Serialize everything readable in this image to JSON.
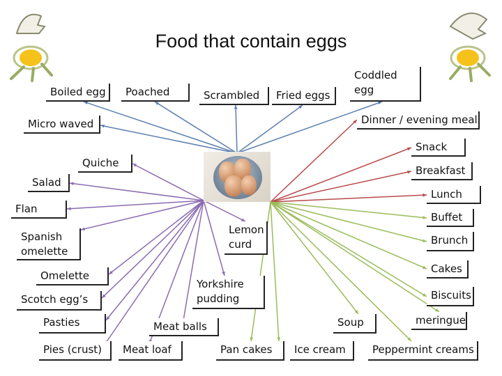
{
  "title": "Food that contain eggs",
  "items": [
    {
      "id": "boiled-egg",
      "label": "Boiled egg"
    },
    {
      "id": "poached",
      "label": "Poached"
    },
    {
      "id": "scrambled",
      "label": "Scrambled"
    },
    {
      "id": "fried-eggs",
      "label": "Fried eggs"
    },
    {
      "id": "coddled-egg",
      "label": "Coddled\negg"
    },
    {
      "id": "micro-waved",
      "label": "Micro waved"
    },
    {
      "id": "dinner",
      "label": "Dinner / evening meal"
    },
    {
      "id": "snack",
      "label": "Snack"
    },
    {
      "id": "quiche",
      "label": "Quiche"
    },
    {
      "id": "breakfast",
      "label": "Breakfast"
    },
    {
      "id": "salad",
      "label": "Salad"
    },
    {
      "id": "lunch",
      "label": "Lunch"
    },
    {
      "id": "flan",
      "label": "Flan"
    },
    {
      "id": "buffet",
      "label": "Buffet"
    },
    {
      "id": "lemon-curd",
      "label": "Lemon\ncurd"
    },
    {
      "id": "spanish-omelette",
      "label": "Spanish\nomelette"
    },
    {
      "id": "brunch",
      "label": "Brunch"
    },
    {
      "id": "omelette",
      "label": "Omelette"
    },
    {
      "id": "cakes",
      "label": "Cakes"
    },
    {
      "id": "yorkshire-pudding",
      "label": "Yorkshire\npudding"
    },
    {
      "id": "scotch-eggs",
      "label": "Scotch egg’s"
    },
    {
      "id": "biscuits",
      "label": "Biscuits"
    },
    {
      "id": "pasties",
      "label": "Pasties"
    },
    {
      "id": "meat-balls",
      "label": "Meat balls"
    },
    {
      "id": "soup",
      "label": "Soup"
    },
    {
      "id": "meringue",
      "label": "meringue"
    },
    {
      "id": "pies-crust",
      "label": "Pies (crust)"
    },
    {
      "id": "meat-loaf",
      "label": "Meat loaf"
    },
    {
      "id": "pan-cakes",
      "label": "Pan cakes"
    },
    {
      "id": "ice-cream",
      "label": "Ice cream"
    },
    {
      "id": "peppermint-creams",
      "label": "Peppermint creams"
    }
  ],
  "colors": {
    "cooking": "#5b7fb0",
    "meals": "#b84a4a",
    "savoury": "#8a6bb0",
    "sweet": "#9bbb59"
  },
  "images": {
    "center": "brown-eggs-in-bowl-photo",
    "decoration": "cracked-egg-illustration"
  }
}
